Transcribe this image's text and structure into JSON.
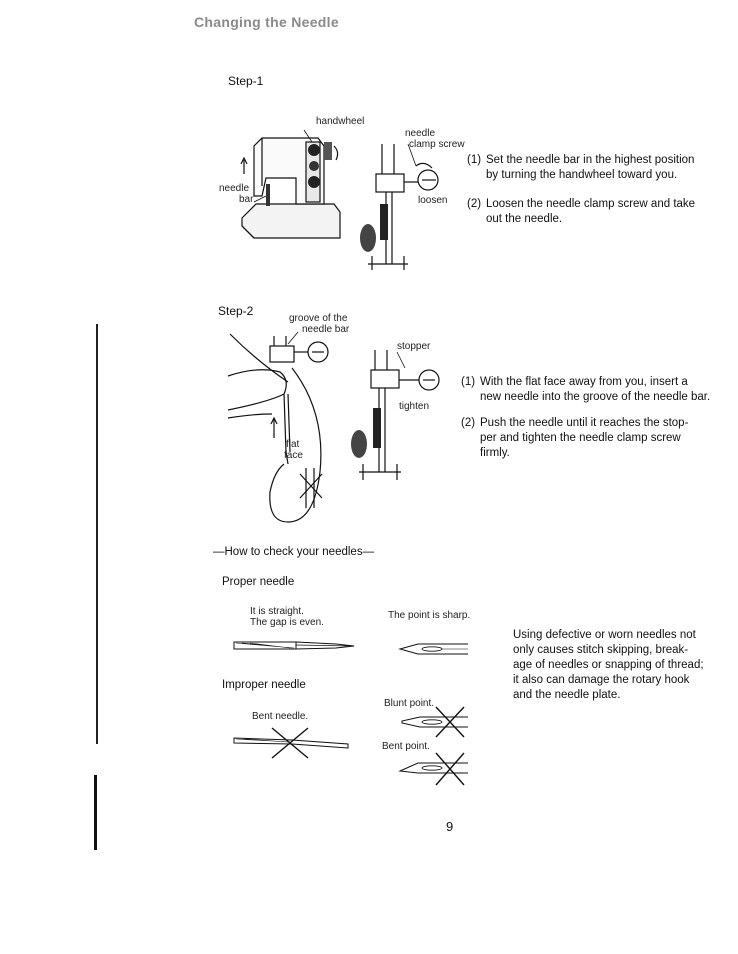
{
  "page": {
    "title": "Changing the Needle",
    "page_number": "9"
  },
  "step1": {
    "heading": "Step-1",
    "labels": {
      "handwheel": "handwheel",
      "needle_bar_1": "needle",
      "needle_bar_2": "bar",
      "clamp_1": "needle",
      "clamp_2": "clamp screw",
      "loosen": "loosen"
    },
    "instructions": [
      {
        "num": "(1)",
        "line1": "Set the needle bar in the highest position",
        "line2": "by turning the handwheel toward you."
      },
      {
        "num": "(2)",
        "line1": "Loosen the needle clamp screw and take",
        "line2": "out the needle."
      }
    ]
  },
  "step2": {
    "heading": "Step-2",
    "labels": {
      "groove_1": "groove of the",
      "groove_2": "needle bar",
      "stopper": "stopper",
      "tighten": "tighten",
      "flat_1": "flat",
      "flat_2": "face"
    },
    "instructions": [
      {
        "num": "(1)",
        "line1": "With the flat face away from you, insert a",
        "line2": "new needle into the groove of the needle bar."
      },
      {
        "num": "(2)",
        "line1": "Push the needle until it reaches the stop-",
        "line2": "per and tighten the needle clamp screw",
        "line3": "firmly."
      }
    ]
  },
  "check": {
    "heading": "—How to check your needles—",
    "proper_heading": "Proper needle",
    "proper_straight_1": "It is straight.",
    "proper_straight_2": "The gap is even.",
    "proper_sharp": "The point is sharp.",
    "improper_heading": "Improper needle",
    "bent_needle": "Bent needle.",
    "blunt_point": "Blunt point.",
    "bent_point": "Bent point.",
    "note_lines": [
      "Using defective or worn needles not",
      "only causes stitch skipping, break-",
      "age of needles or snapping of thread;",
      "it also can damage the rotary hook",
      "and the needle plate."
    ]
  }
}
